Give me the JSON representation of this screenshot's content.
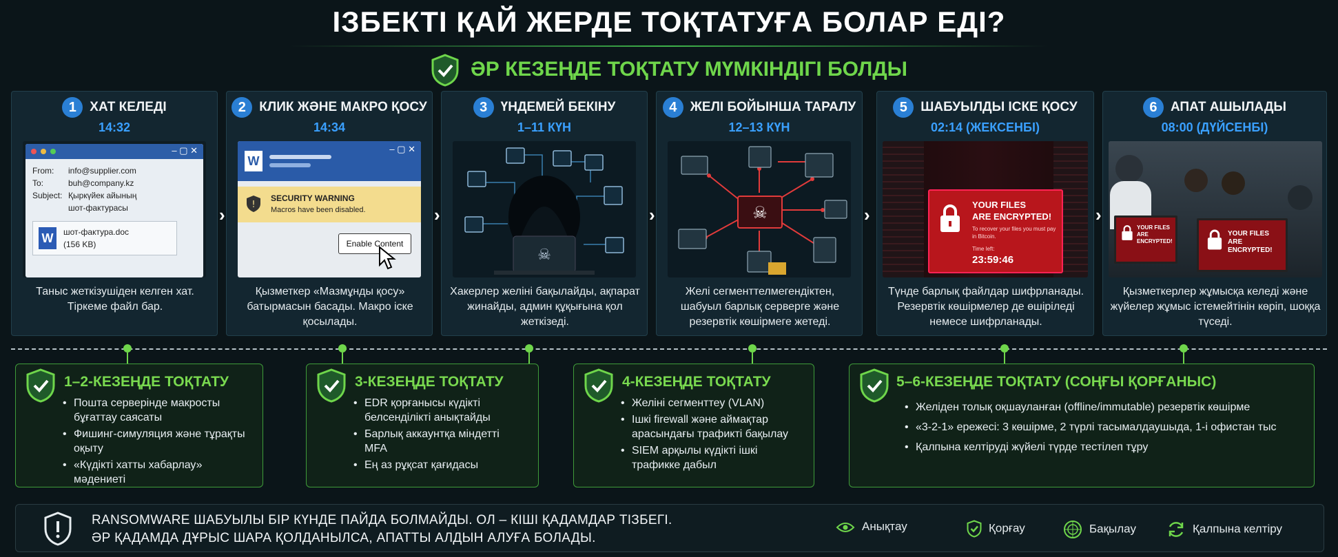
{
  "title": "ІЗБЕКТІ ҚАЙ ЖЕРДЕ ТОҚТАТУҒА БОЛАР ЕДІ?",
  "subtitle": "ӘР КЕЗЕҢДЕ ТОҚТАТУ МҮМКІНДІГІ БОЛДЫ",
  "stages": [
    {
      "num": "1",
      "title": "ХАТ КЕЛЕДІ",
      "time": "14:32",
      "desc": "Таныс жеткізушіден келген хат. Тіркеме файл бар.",
      "email": {
        "from_label": "From:",
        "from": "info@supplier.com",
        "to_label": "To:",
        "to": "buh@company.kz",
        "subject_label": "Subject:",
        "subject": "Қыркүйек айының шот-фактурасы",
        "file": "шот-фактура.doc",
        "size": "(156 KB)"
      }
    },
    {
      "num": "2",
      "title": "КЛИК ЖӘНЕ МАКРО ҚОСУ",
      "time": "14:34",
      "desc": "Қызметкер «Мазмұнды қосу» батырмасын басады. Макро іске қосылады.",
      "word": {
        "warning_title": "SECURITY WARNING",
        "warning_text": "Macros have been disabled.",
        "button": "Enable Content"
      }
    },
    {
      "num": "3",
      "title": "ҮНДЕМЕЙ БЕКІНУ",
      "time": "1–11 КҮН",
      "desc": "Хакерлер желіні бақылайды, ақпарат жинайды, админ құқығына қол жеткізеді."
    },
    {
      "num": "4",
      "title": "ЖЕЛІ БОЙЫНША ТАРАЛУ",
      "time": "12–13 КҮН",
      "desc": "Желі сегменттелмегендіктен, шабуыл барлық серверге және резервтік көшірмеге жетеді."
    },
    {
      "num": "5",
      "title": "ШАБУЫЛДЫ ІСКЕ ҚОСУ",
      "time": "02:14 (ЖЕКСЕНБІ)",
      "desc": "Түнде барлық файлдар шифрланады. Резервтік көшірмелер де өшіріледі немесе шифрланады.",
      "ransom": {
        "line1": "YOUR FILES",
        "line2": "ARE ENCRYPTED!",
        "note": "To recover your files you must pay in Bitcoin.",
        "timer_label": "Time left:",
        "timer": "23:59:46"
      }
    },
    {
      "num": "6",
      "title": "АПАТ АШЫЛАДЫ",
      "time": "08:00 (ДҮЙСЕНБІ)",
      "desc": "Қызметкерлер жұмысқа келеді және жүйелер жұмыс істемейтінін көріп, шоққа түседі.",
      "screen": {
        "line1": "YOUR FILES",
        "line2": "ARE ENCRYPTED!"
      }
    }
  ],
  "protections": [
    {
      "title": "1–2-КЕЗЕҢДЕ ТОҚТАТУ",
      "items": [
        "Пошта серверінде макросты бұғаттау саясаты",
        "Фишинг-симуляция және тұрақты оқыту",
        "«Күдікті хатты хабарлау» мәдениеті"
      ]
    },
    {
      "title": "3-КЕЗЕҢДЕ ТОҚТАТУ",
      "items": [
        "EDR қорғанысы күдікті белсенділікті анықтайды",
        "Барлық аккаунтқа міндетті MFA",
        "Ең аз рұқсат қағидасы"
      ]
    },
    {
      "title": "4-КЕЗЕҢДЕ ТОҚТАТУ",
      "items": [
        "Желіні сегменттеу (VLAN)",
        "Ішкі firewall және аймақтар арасындағы трафикті бақылау",
        "SIEM арқылы күдікті ішкі трафикке дабыл"
      ]
    },
    {
      "title": "5–6-КЕЗЕҢДЕ ТОҚТАТУ (СОҢҒЫ ҚОРҒАНЫС)",
      "items": [
        "Желіден толық оқшауланған (offline/immutable) резервтік көшірме",
        "«3-2-1» ережесі: 3 көшірме, 2 түрлі тасымалдаушыда, 1-і офистан тыс",
        "Қалпына келтіруді жүйелі түрде тестілеп тұру"
      ]
    }
  ],
  "footer": {
    "line1": "RANSOMWARE ШАБУЫЛЫ БІР КҮНДЕ ПАЙДА БОЛМАЙДЫ. ОЛ – КІШІ ҚАДАМДАР ТІЗБЕГІ.",
    "line2": "ӘР ҚАДАМДА ДҰРЫС ШАРА ҚОЛДАНЫЛСА, АПАТТЫ АЛДЫН АЛУҒА БОЛАДЫ.",
    "legend": [
      "Анықтау",
      "Қорғау",
      "Бақылау",
      "Қалпына келтіру"
    ]
  },
  "colors": {
    "accent_green": "#6fd64b",
    "accent_blue": "#3aa0ff",
    "alert_red": "#e23b3b",
    "background": "#0b1519"
  }
}
